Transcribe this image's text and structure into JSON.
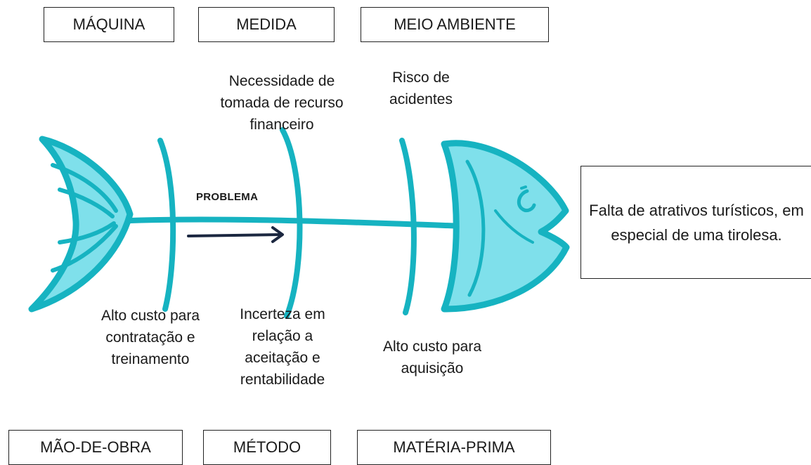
{
  "categories": {
    "maquina": "MÁQUINA",
    "medida": "MEDIDA",
    "meio_ambiente": "MEIO AMBIENTE",
    "mao_de_obra": "MÃO-DE-OBRA",
    "metodo": "MÉTODO",
    "materia_prima": "MATÉRIA-PRIMA"
  },
  "causes": {
    "medida": "Necessidade de tomada de recurso financeiro",
    "meio_ambiente": "Risco de acidentes",
    "mao_de_obra": "Alto custo para contratação e treinamento",
    "metodo": "Incerteza em relação a aceitação e rentabilidade",
    "materia_prima": "Alto custo para aquisição"
  },
  "spine_label": "PROBLEMA",
  "effect": "Falta de atrativos turísticos, em especial de uma tirolesa.",
  "colors": {
    "fish_fill": "#7fe0eb",
    "fish_stroke": "#16b3c1",
    "arrow": "#1b2740",
    "border": "#222222"
  }
}
